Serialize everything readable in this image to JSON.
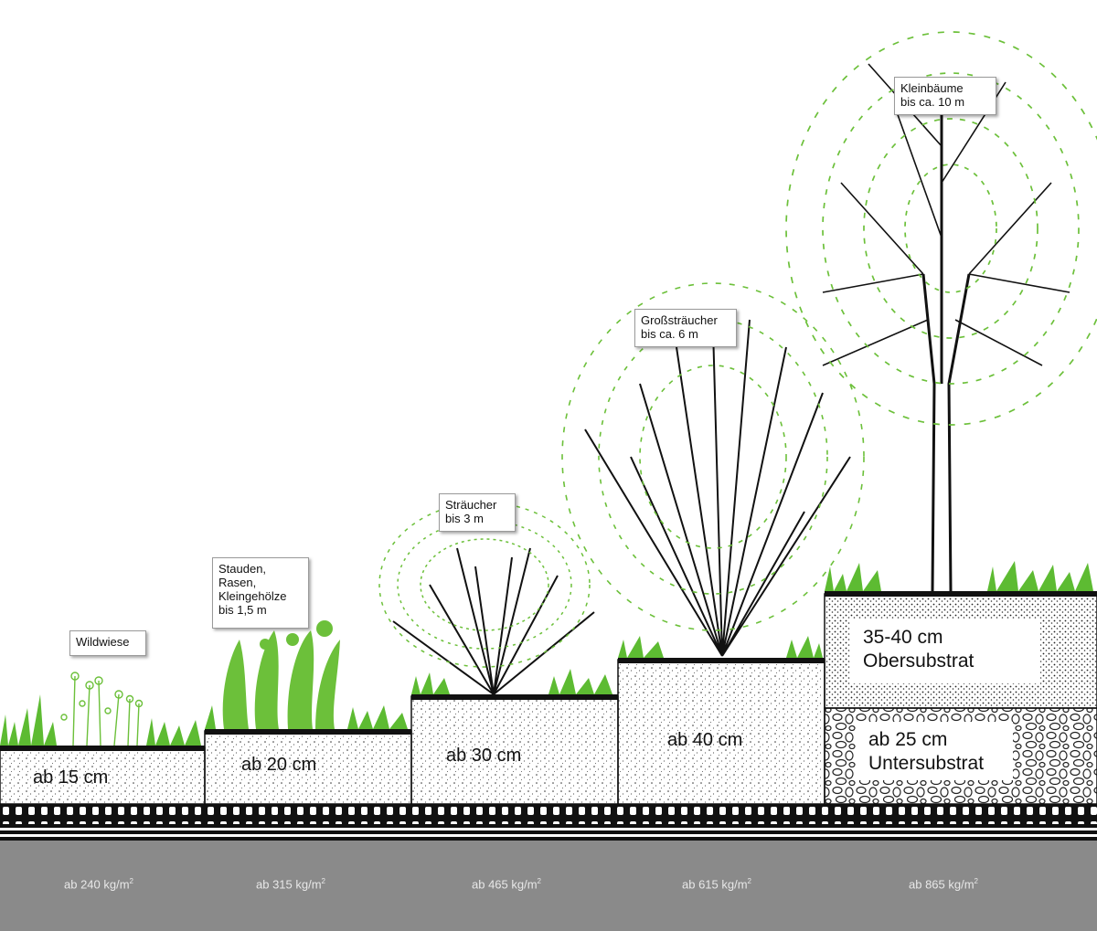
{
  "callouts": {
    "wildwiese": [
      "Wildwiese"
    ],
    "stauden": [
      "Stauden,",
      "Rasen,",
      "Kleingehölze",
      "bis 1,5 m"
    ],
    "straeucher": [
      "Sträucher",
      "bis 3 m"
    ],
    "grossstraeucher": [
      "Großsträucher",
      "bis ca. 6 m"
    ],
    "kleinbaeume": [
      "Kleinbäume",
      "bis ca. 10 m"
    ]
  },
  "depths": {
    "d15": "ab 15 cm",
    "d20": "ab 20 cm",
    "d30": "ab 30 cm",
    "d40": "ab 40 cm",
    "ober_1": "35-40 cm",
    "ober_2": "Obersubstrat",
    "unter_1": "ab 25 cm",
    "unter_2": "Untersubstrat"
  },
  "loads": {
    "l240": "ab 240 kg/m",
    "l315": "ab 315 kg/m",
    "l465": "ab 465 kg/m",
    "l615": "ab 615 kg/m",
    "l865": "ab 865 kg/m",
    "unit_superscript": "2"
  },
  "colors": {
    "leaf_green": "#6cc03a",
    "grass_green": "#5dbb32",
    "base_gray": "#8a8a8a",
    "line_black": "#111111"
  }
}
